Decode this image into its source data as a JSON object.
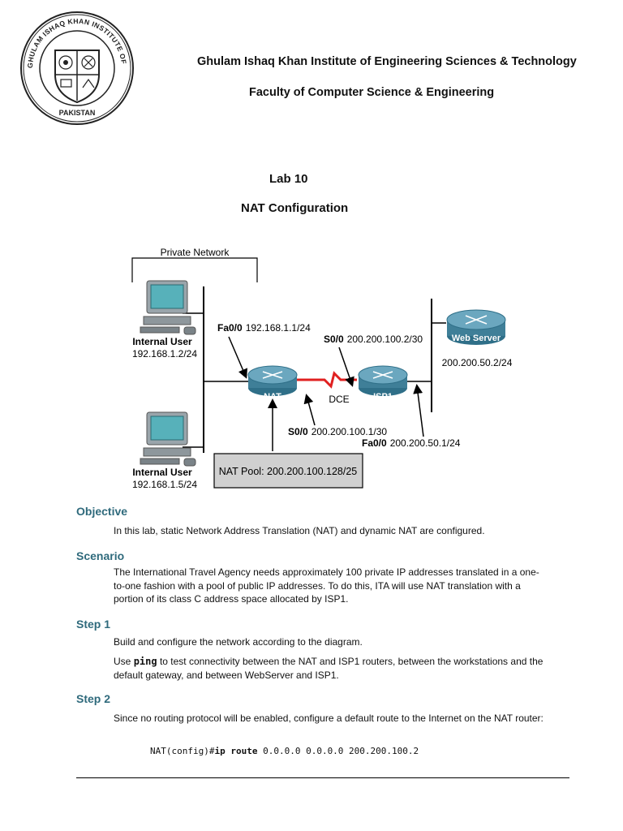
{
  "header": {
    "seal": {
      "arc_text": "GHULAM ISHAQ KHAN INSTITUTE OF ENGINEERING SCIENCES AND TECHNOLOGY",
      "bottom_text": "PAKISTAN"
    },
    "institute": "Ghulam Ishaq Khan Institute of Engineering Sciences & Technology",
    "faculty": "Faculty of Computer Science & Engineering"
  },
  "lab": {
    "number": "Lab 10",
    "title": "NAT Configuration"
  },
  "diagram": {
    "private_network": "Private Network",
    "user1_name": "Internal User",
    "user1_ip": "192.168.1.2/24",
    "user2_name": "Internal User",
    "user2_ip": "192.168.1.5/24",
    "nat_fa_label": "Fa0/0",
    "nat_fa_ip": "192.168.1.1/24",
    "nat_router": "NAT",
    "nat_s_label": "S0/0",
    "nat_s_ip": "200.200.100.1/30",
    "dce": "DCE",
    "isp_s_label": "S0/0",
    "isp_s_ip": "200.200.100.2/30",
    "isp_router": "ISP1",
    "isp_fa_label": "Fa0/0",
    "isp_fa_ip": "200.200.50.1/24",
    "web_server": "Web Server",
    "web_server_ip": "200.200.50.2/24",
    "nat_pool": "NAT Pool: 200.200.100.128/25"
  },
  "sections": {
    "objective_heading": "Objective",
    "objective_text": "In this lab, static Network Address Translation (NAT) and dynamic NAT are configured.",
    "scenario_heading": "Scenario",
    "scenario_line1": "The International Travel Agency needs approximately 100 private IP addresses translated in a one-",
    "scenario_line2": "to-one fashion with a pool of public IP addresses. To do this, ITA will use NAT translation with a",
    "scenario_line3": "portion of its class C address space allocated by ISP1.",
    "step1_heading": "Step 1",
    "step1_text": "Build and configure the network according to the diagram.",
    "step1_use": "Use",
    "step1_cmd": "ping",
    "step1_rest_line1": "to test connectivity between the NAT and ISP1 routers, between the workstations and the",
    "step1_rest_line2": "default gateway, and between WebServer and ISP1.",
    "step2_heading": "Step 2",
    "step2_text": "Since no routing protocol will be enabled, configure a default route to the Internet on the NAT router:",
    "code_prompt": "NAT(config)#",
    "code_cmd": "ip route",
    "code_args": "0.0.0.0 0.0.0.0 200.200.100.2"
  },
  "colors": {
    "heading_teal": "#2f6a7c",
    "router_fill": "#4f8ea6",
    "serial_link": "#e02020",
    "pool_box_fill": "#d0d0d0"
  }
}
